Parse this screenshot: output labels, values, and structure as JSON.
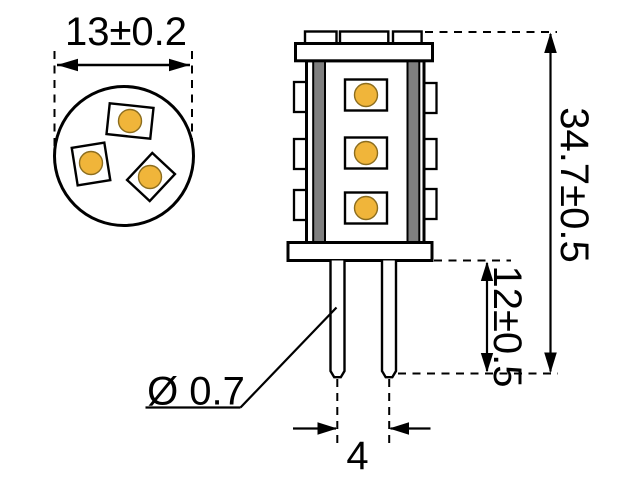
{
  "drawing": {
    "dims": {
      "head_diameter": "13±0.2",
      "overall_height": "34.7±0.5",
      "pin_length": "12±0.5",
      "pin_diameter": "Ø 0.7",
      "pin_pitch": "4"
    },
    "colors": {
      "line": "#000000",
      "led_yellow": "#f0b53a",
      "led_ring": "#8c6d1e",
      "pillar_gray": "#7f7f7f",
      "background": "#ffffff"
    },
    "counts": {
      "top_view_leds": 3,
      "front_leds": 3,
      "side_leds_per_side": 3,
      "top_edge_leds": 3,
      "pins": 2
    }
  }
}
